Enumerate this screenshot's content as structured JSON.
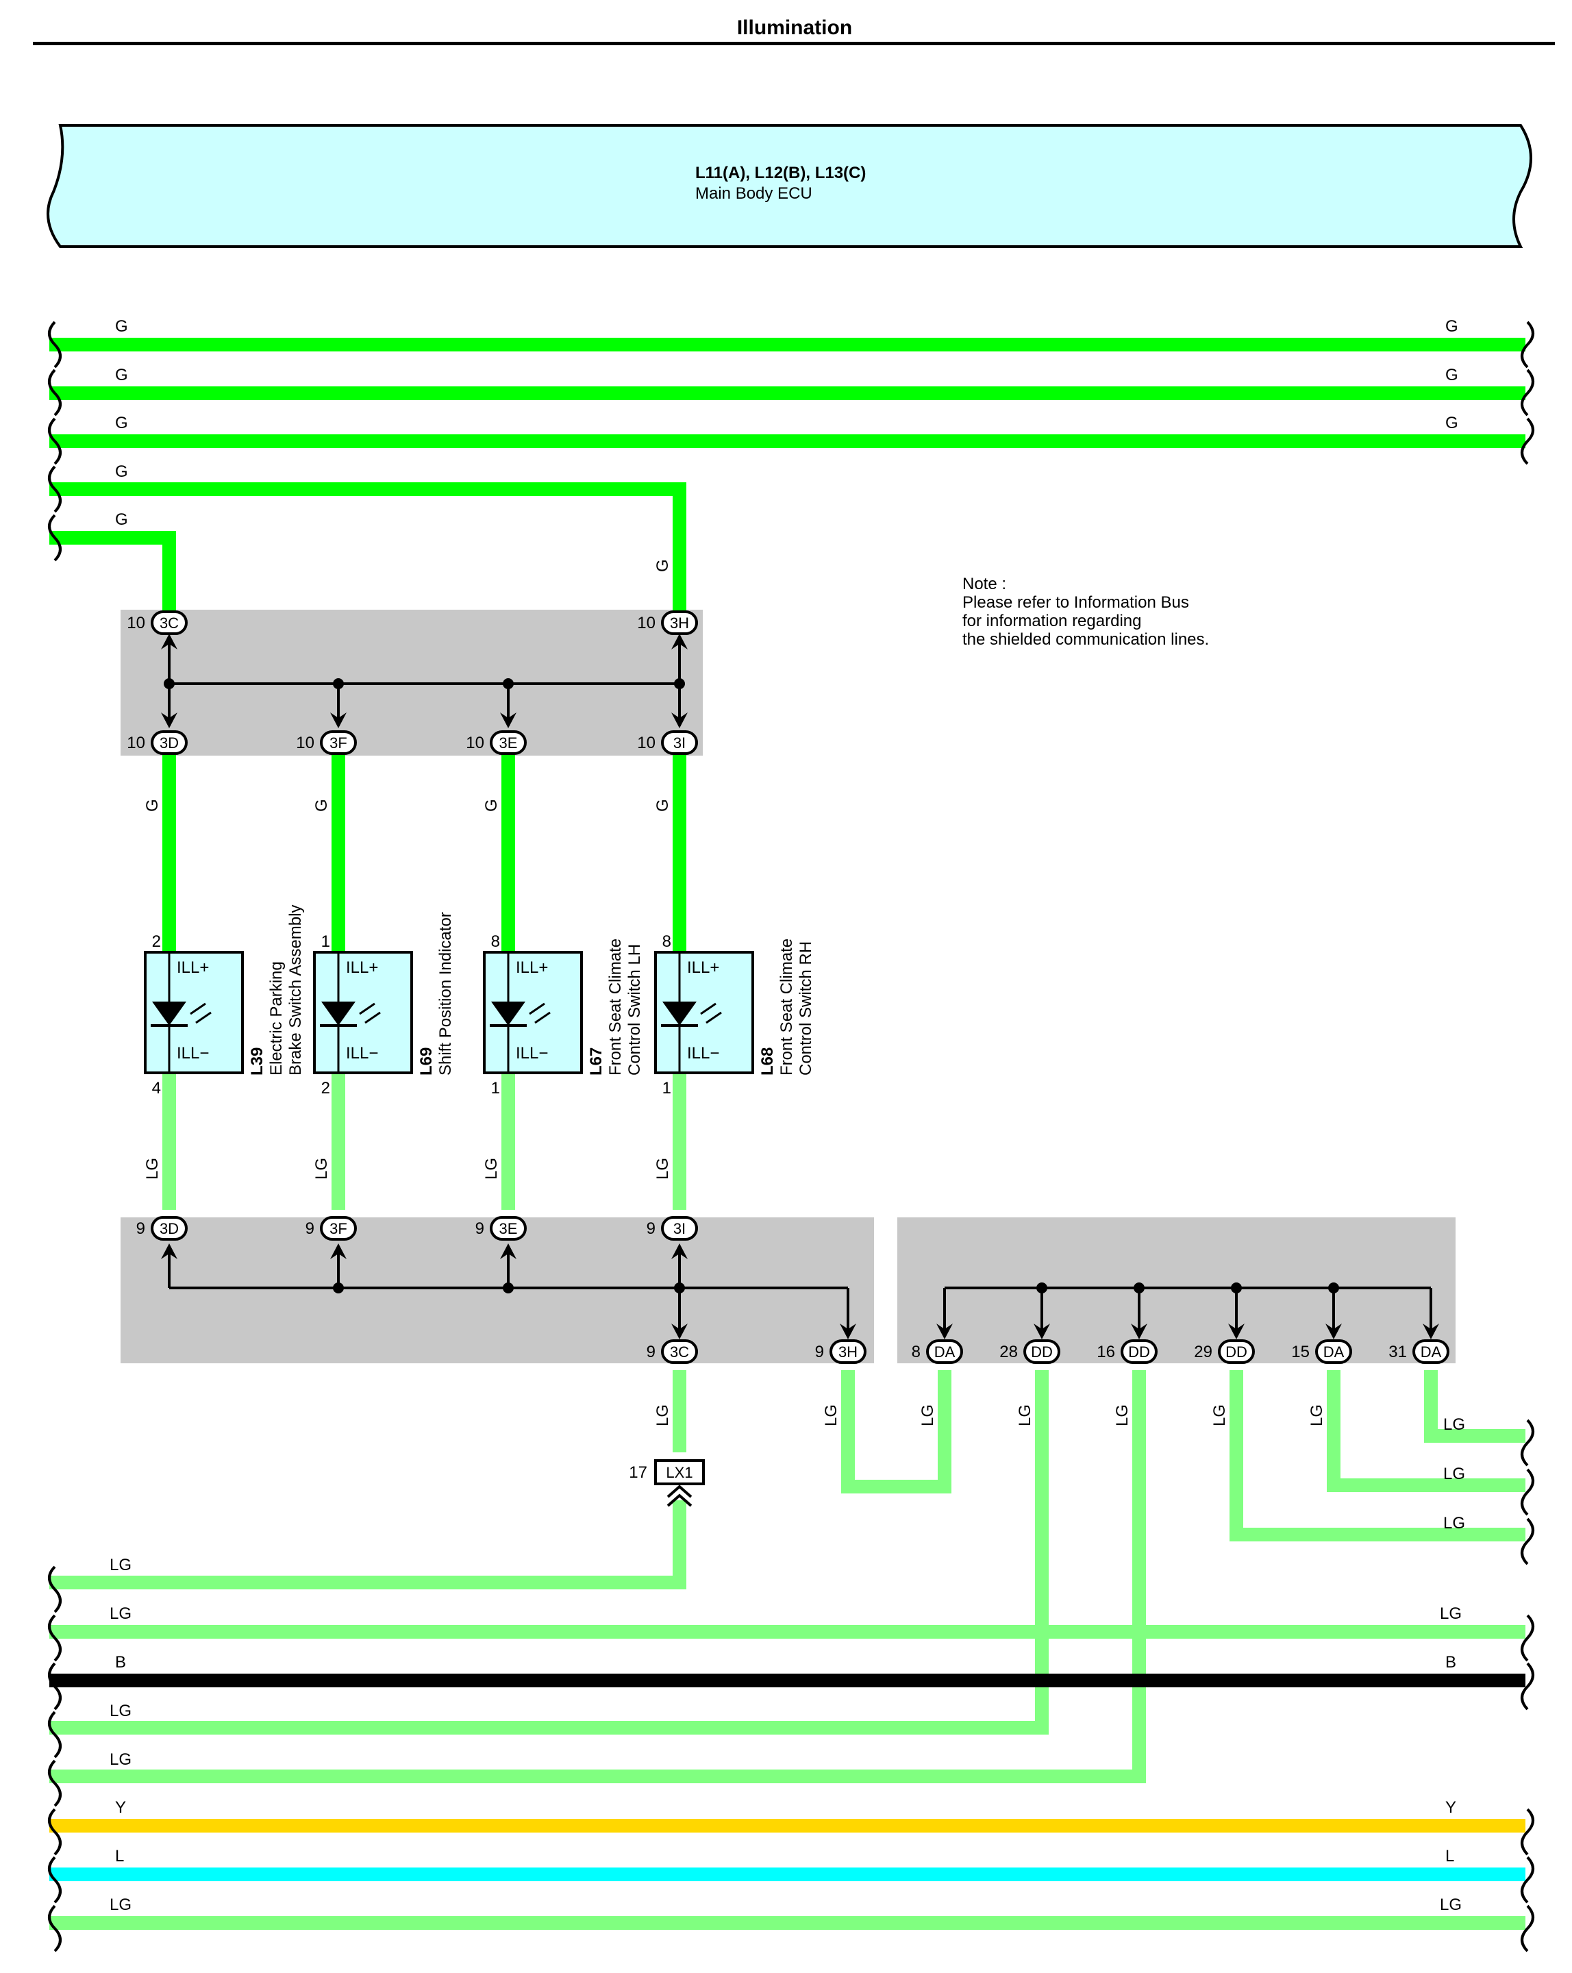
{
  "title": "Illumination",
  "ecu": {
    "codes": "L11(A), L12(B), L13(C)",
    "name": "Main Body ECU"
  },
  "note": [
    "Note :",
    "Please refer to Information Bus",
    "for information regarding",
    "the shielded communication lines."
  ],
  "colors": {
    "G": "#00ff00",
    "LG": "#80ff80",
    "B": "#000000",
    "Y": "#ffd700",
    "L": "#00ffff",
    "junction": "#c8c8c8",
    "ecu": "#ccffff",
    "component": "#ccffff"
  },
  "wire_labels": {
    "top": [
      "G",
      "G",
      "G",
      "G",
      "G"
    ],
    "top_right": [
      "G",
      "G",
      "G"
    ],
    "bottom_left": [
      "LG",
      "LG",
      "B",
      "LG",
      "LG",
      "Y",
      "L",
      "LG"
    ],
    "bottom_right": [
      "LG",
      "B",
      "Y",
      "L",
      "LG"
    ],
    "right_short": [
      "LG",
      "LG",
      "LG"
    ],
    "vertical_g": [
      "G",
      "G",
      "G",
      "G",
      "G"
    ],
    "vertical_lg": [
      "LG",
      "LG",
      "LG",
      "LG",
      "LG",
      "LG",
      "LG",
      "LG",
      "LG",
      "LG",
      "LG"
    ]
  },
  "connectors": {
    "upper_top": [
      {
        "pin": "10",
        "id": "3C"
      },
      {
        "pin": "10",
        "id": "3H"
      }
    ],
    "upper_bottom": [
      {
        "pin": "10",
        "id": "3D"
      },
      {
        "pin": "10",
        "id": "3F"
      },
      {
        "pin": "10",
        "id": "3E"
      },
      {
        "pin": "10",
        "id": "3I"
      }
    ],
    "lower_top": [
      {
        "pin": "9",
        "id": "3D"
      },
      {
        "pin": "9",
        "id": "3F"
      },
      {
        "pin": "9",
        "id": "3E"
      },
      {
        "pin": "9",
        "id": "3I"
      }
    ],
    "lower_bottom": [
      {
        "pin": "9",
        "id": "3C"
      },
      {
        "pin": "9",
        "id": "3H"
      }
    ],
    "right_bottom": [
      {
        "pin": "8",
        "id": "DA"
      },
      {
        "pin": "28",
        "id": "DD"
      },
      {
        "pin": "16",
        "id": "DD"
      },
      {
        "pin": "29",
        "id": "DD"
      },
      {
        "pin": "15",
        "id": "DA"
      },
      {
        "pin": "31",
        "id": "DA"
      }
    ],
    "lx1": {
      "pin": "17",
      "id": "LX1"
    }
  },
  "components": [
    {
      "code": "L39",
      "name1": "Electric Parking",
      "name2": "Brake Switch Assembly",
      "pin_top": "2",
      "pin_bottom": "4",
      "ill_plus": "ILL+",
      "ill_minus": "ILL−"
    },
    {
      "code": "L69",
      "name1": "Shift Position Indicator",
      "name2": "",
      "pin_top": "1",
      "pin_bottom": "2",
      "ill_plus": "ILL+",
      "ill_minus": "ILL−"
    },
    {
      "code": "L67",
      "name1": "Front Seat Climate",
      "name2": "Control Switch LH",
      "pin_top": "8",
      "pin_bottom": "1",
      "ill_plus": "ILL+",
      "ill_minus": "ILL−"
    },
    {
      "code": "L68",
      "name1": "Front Seat Climate",
      "name2": "Control Switch RH",
      "pin_top": "8",
      "pin_bottom": "1",
      "ill_plus": "ILL+",
      "ill_minus": "ILL−"
    }
  ]
}
